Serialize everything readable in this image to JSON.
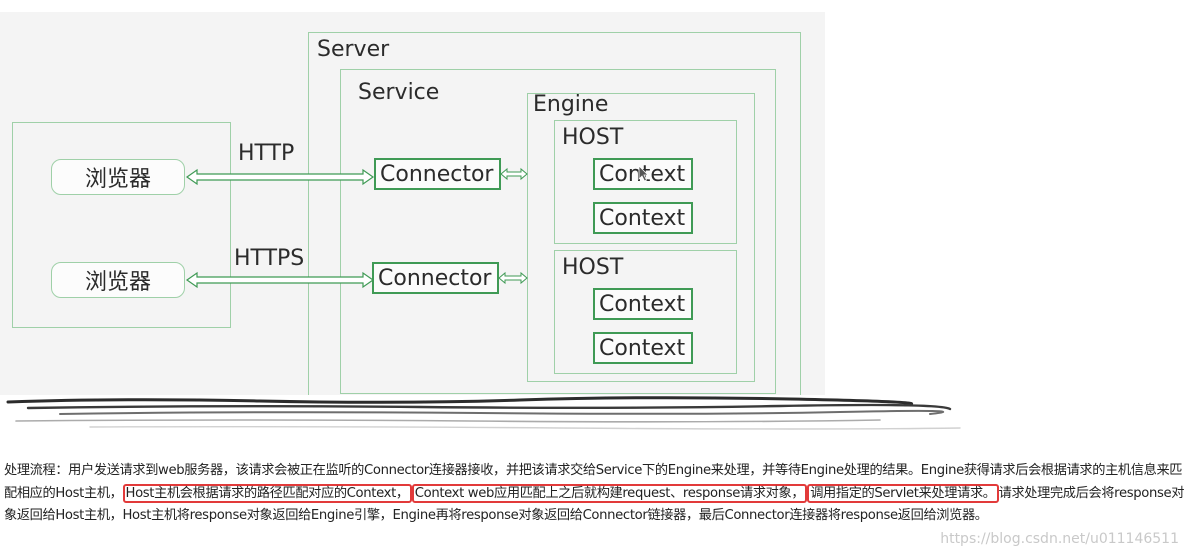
{
  "diagram": {
    "server_label": "Server",
    "service_label": "Service",
    "engine_label": "Engine",
    "browsers": [
      "浏览器",
      "浏览器"
    ],
    "protocols": [
      "HTTP",
      "HTTPS"
    ],
    "connectors": [
      "Connector",
      "Connector"
    ],
    "hosts": [
      {
        "label": "HOST",
        "contexts": [
          "Context",
          "Context"
        ]
      },
      {
        "label": "HOST",
        "contexts": [
          "Context",
          "Context"
        ]
      }
    ]
  },
  "caption": {
    "part1": "处理流程：用户发送请求到web服务器，该请求会被正在监听的Connector连接器接收，并把该请求交给Service下的Engine来处理，并等待Engine处理的结果。Engine获得请求后会根据请求的主机信息来匹配相应的Host主机，",
    "highlight1": "Host主机会根据请求的路径匹配对应的Context，",
    "highlight2": "Context web应用匹配上之后就构建request、response请求对象，",
    "highlight3": "调用指定的Servlet来处理请求。",
    "part2": "请求处理完成后会将response对象返回给Host主机，Host主机将response对象返回给Engine引擎，Engine再将response对象返回给Connector链接器，最后Connector连接器将response返回给浏览器。"
  },
  "watermark": "https://blog.csdn.net/u011146511",
  "colors": {
    "box_border_light": "#9fd0a8",
    "box_border_dark": "#3f9a55",
    "highlight_border": "#e23a3a",
    "diagram_bg": "#f4f4f4"
  }
}
